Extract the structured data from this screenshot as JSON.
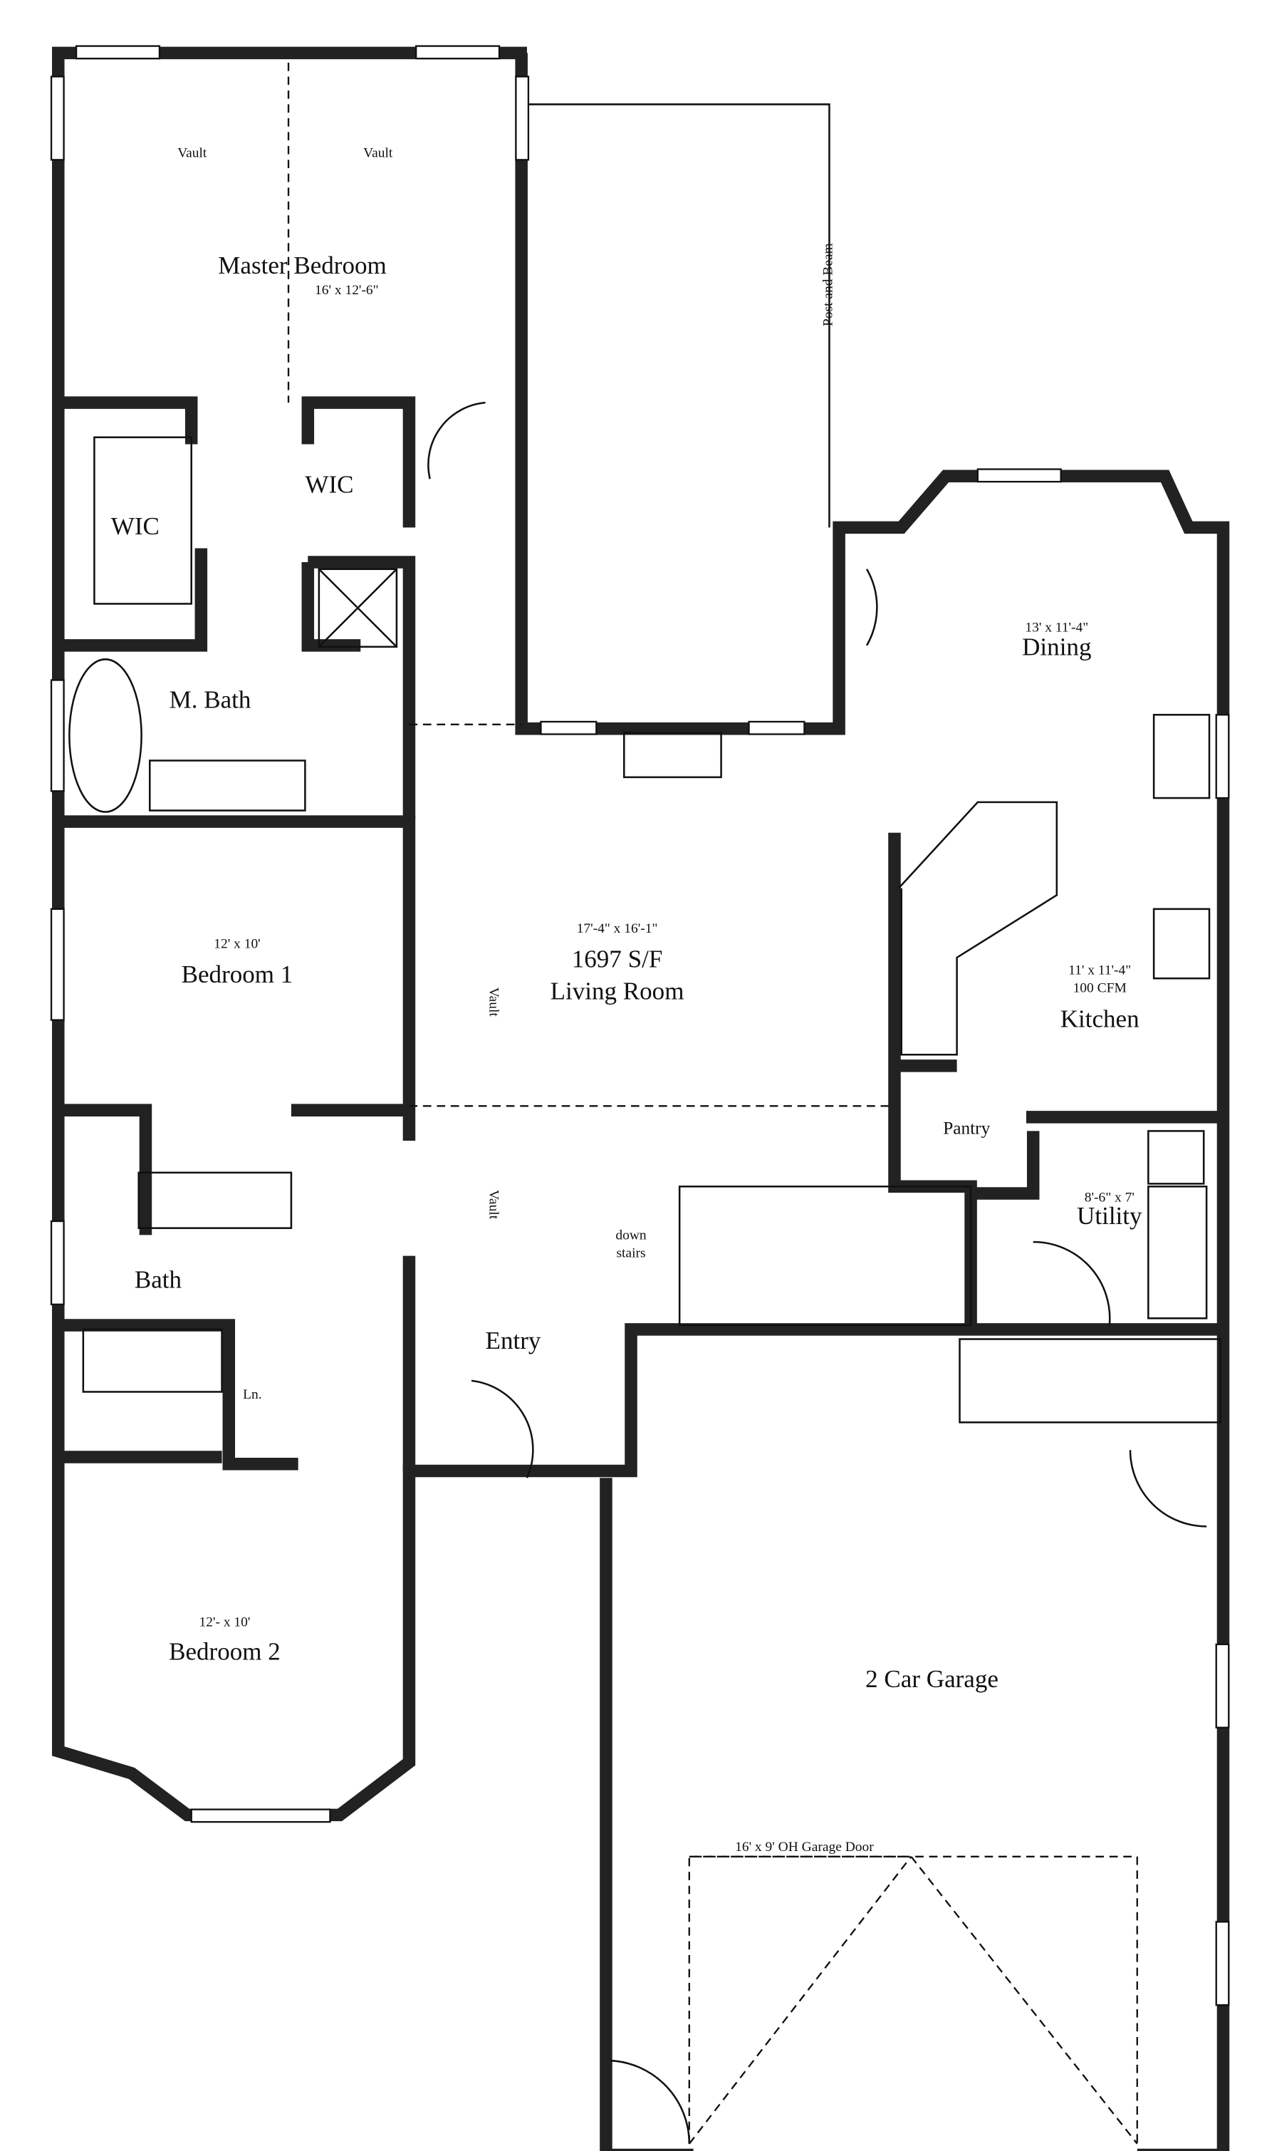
{
  "plan": {
    "total_area": "1697 S/F",
    "rooms": {
      "master_bedroom": {
        "name": "Master Bedroom",
        "size": "16' x 12'-6\""
      },
      "vault_left": "Vault",
      "vault_right": "Vault",
      "post_and_beam": "Post and Beam",
      "wic_left": "WIC",
      "wic_right": "WIC",
      "master_bath": "M. Bath",
      "dining": {
        "name": "Dining",
        "size": "13' x 11'-4\""
      },
      "bedroom1": {
        "name": "Bedroom 1",
        "size": "12' x 10'"
      },
      "living": {
        "name": "Living Room",
        "size": "17'-4\" x 16'-1\""
      },
      "vault_top": "Vault",
      "vault_bottom": "Vault",
      "kitchen": {
        "name": "Kitchen",
        "size": "11' x 11'-4\"",
        "note": "100 CFM"
      },
      "pantry": "Pantry",
      "utility": {
        "name": "Utility",
        "size": "8'-6\" x 7'"
      },
      "stairs_line1": "down",
      "stairs_line2": "stairs",
      "bath": "Bath",
      "entry": "Entry",
      "linen": "Ln.",
      "bedroom2": {
        "name": "Bedroom 2",
        "size": "12'- x 10'"
      },
      "garage": "2 Car Garage",
      "garage_door": "16' x 9' OH Garage Door"
    }
  }
}
